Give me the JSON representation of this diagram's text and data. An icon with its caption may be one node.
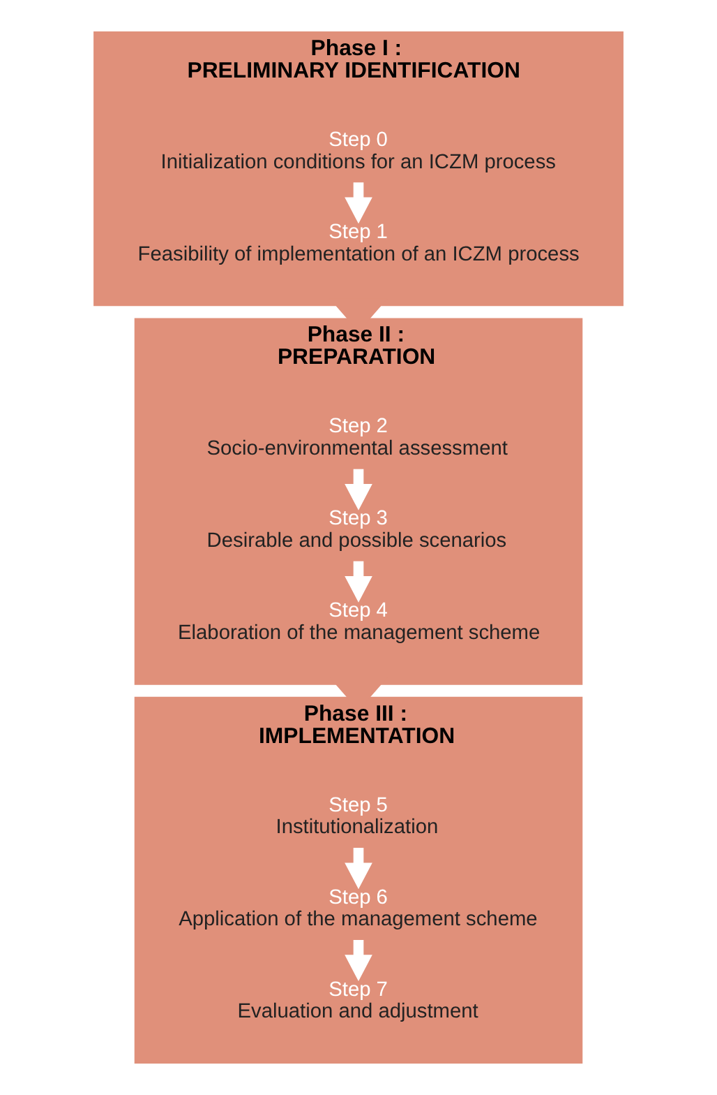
{
  "diagram": {
    "nodes": [
      {
        "text": [
          "Phase I :",
          "PRELIMINARY IDENTIFICATION"
        ]
      },
      {
        "text": [
          "Step 0",
          "Initialization conditions for an ICZM process"
        ],
        "in": 0
      },
      {
        "text": [
          "Step 1",
          "Feasibility of implementation of an ICZM process"
        ],
        "in": 0
      },
      {
        "text": [
          "Phase II :",
          "PREPARATION"
        ]
      },
      {
        "text": [
          "Step 2",
          "Socio-environmental assessment"
        ],
        "in": 3
      },
      {
        "text": [
          "Step 3",
          "Desirable and possible scenarios"
        ],
        "in": 3
      },
      {
        "text": [
          "Step 4",
          "Elaboration of the management scheme"
        ],
        "in": 3
      },
      {
        "text": [
          "Phase III :",
          "IMPLEMENTATION"
        ]
      },
      {
        "text": [
          "Step 5",
          "Institutionalization"
        ],
        "in": 7
      },
      {
        "text": [
          "Step 6",
          "Application of the management scheme"
        ],
        "in": 7
      },
      {
        "text": [
          "Step 7",
          "Evaluation and adjustment"
        ],
        "in": 7
      }
    ],
    "edges": [
      {
        "from": 1,
        "to": 2,
        "arrow": "to"
      },
      {
        "from": 0,
        "to": 3,
        "arrow": "to",
        "color": "#e0907a"
      },
      {
        "from": 4,
        "to": 5,
        "arrow": "to"
      },
      {
        "from": 5,
        "to": 6,
        "arrow": "to"
      },
      {
        "from": 3,
        "to": 7,
        "arrow": "to",
        "color": "#e0907a"
      },
      {
        "from": 8,
        "to": 9,
        "arrow": "to"
      },
      {
        "from": 9,
        "to": 10,
        "arrow": "to"
      }
    ]
  }
}
